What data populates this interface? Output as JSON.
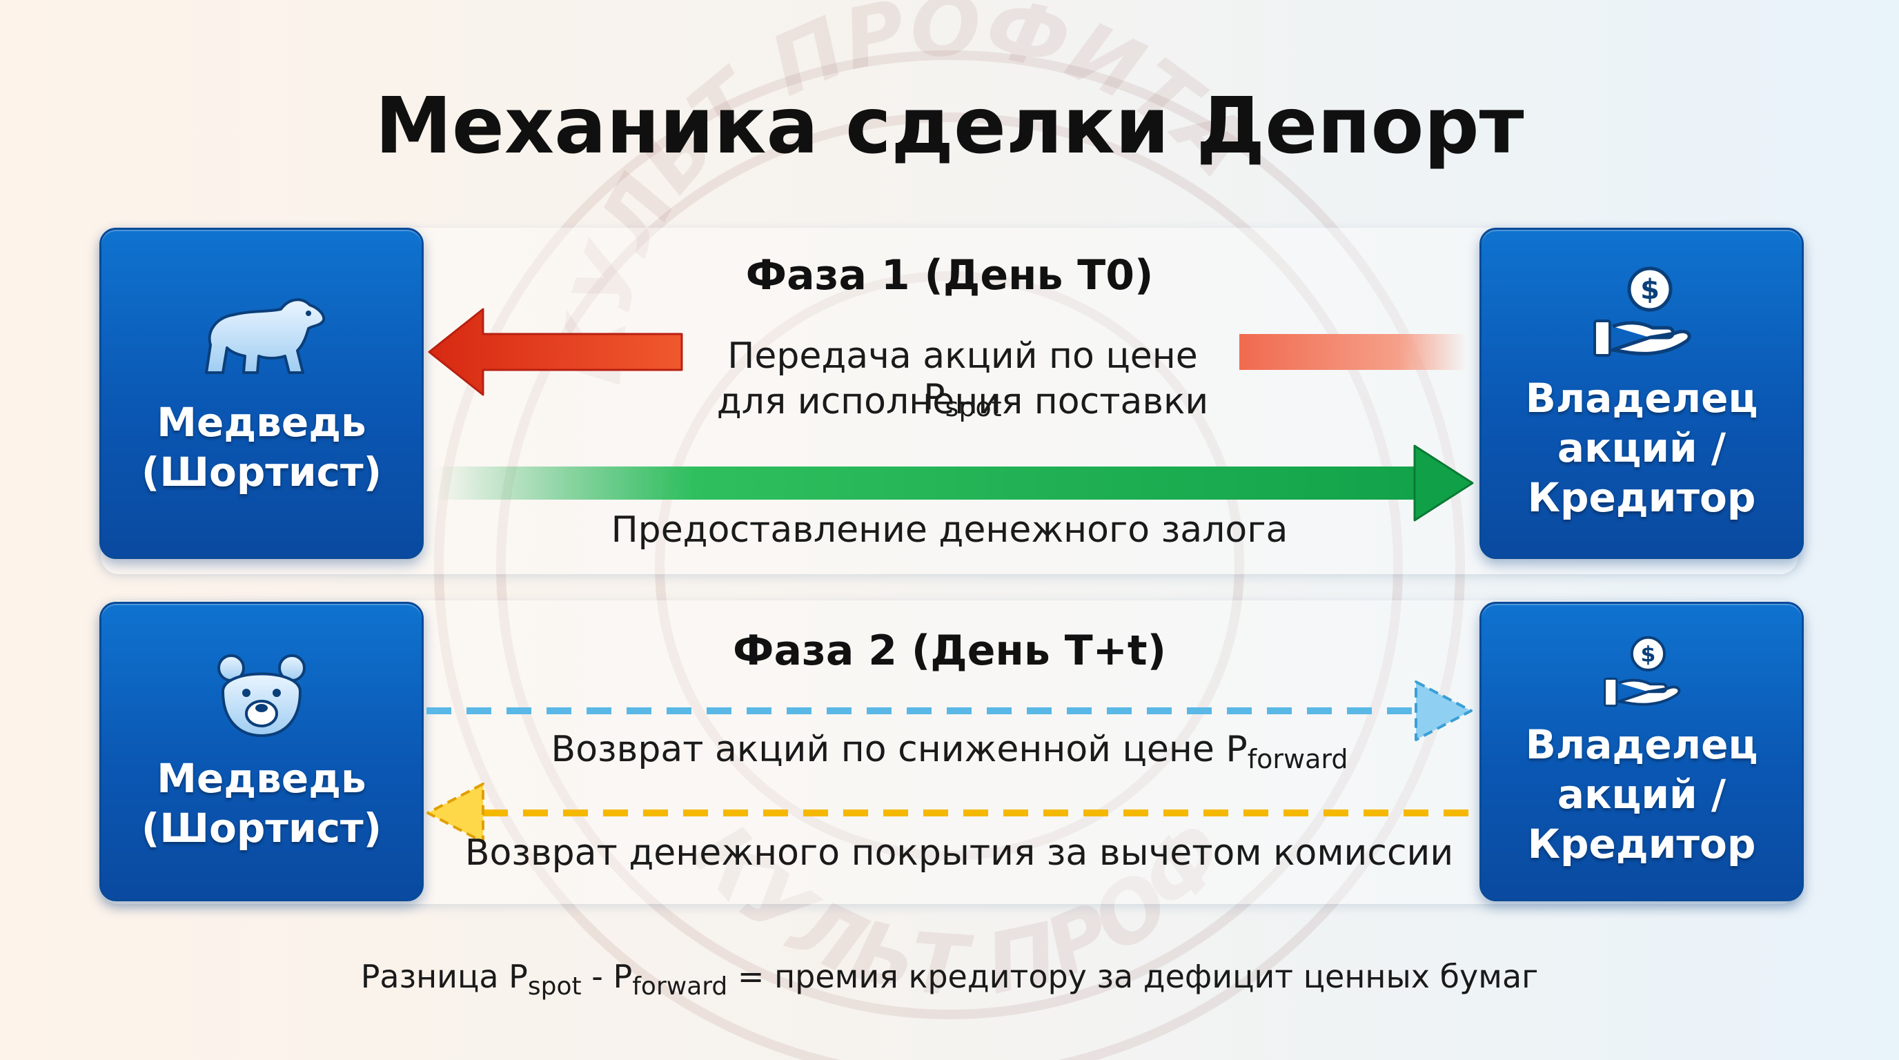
{
  "title": "Механика сделки Депорт",
  "phase1": {
    "title": "Фаза 1 (День T0)",
    "bear_label": [
      "Медведь",
      "(Шортист)"
    ],
    "creditor_label": [
      "Владелец",
      "акций /",
      "Кредитор"
    ],
    "transfer_text_main": "Передача акций по цене P",
    "transfer_text_sub": "spot",
    "transfer_text_line2": "для исполнения поставки",
    "collateral_text": "Предоставление денежного залога"
  },
  "phase2": {
    "title": "Фаза 2 (День T+t)",
    "bear_label": [
      "Медведь",
      "(Шортист)"
    ],
    "creditor_label": [
      "Владелец",
      "акций /",
      "Кредитор"
    ],
    "return_shares_main": "Возврат акций по сниженной цене P",
    "return_shares_sub": "forward",
    "return_cash_text": "Возврат денежного покрытия за вычетом комиссии"
  },
  "footer": {
    "part1": "Разница P",
    "sub1": "spot",
    "part2": " - P",
    "sub2": "forward",
    "part3": " = премия кредитору за дефицит ценных бумаг"
  },
  "watermark": {
    "text_top": "КУЛЬТ ПРОФИТА",
    "text_bottom": "КУЛЬТ ПРОФИТА"
  },
  "colors": {
    "card_blue": "#0a57b3",
    "arrow_red": "#e8381e",
    "arrow_green": "#12a84a",
    "arrow_blue_dashed": "#5ab8e6",
    "arrow_yellow_dashed": "#f5b800"
  },
  "icons": {
    "bear_walking": "bear-walking-icon",
    "bear_face": "bear-face-icon",
    "hand_coin": "hand-coin-icon"
  }
}
